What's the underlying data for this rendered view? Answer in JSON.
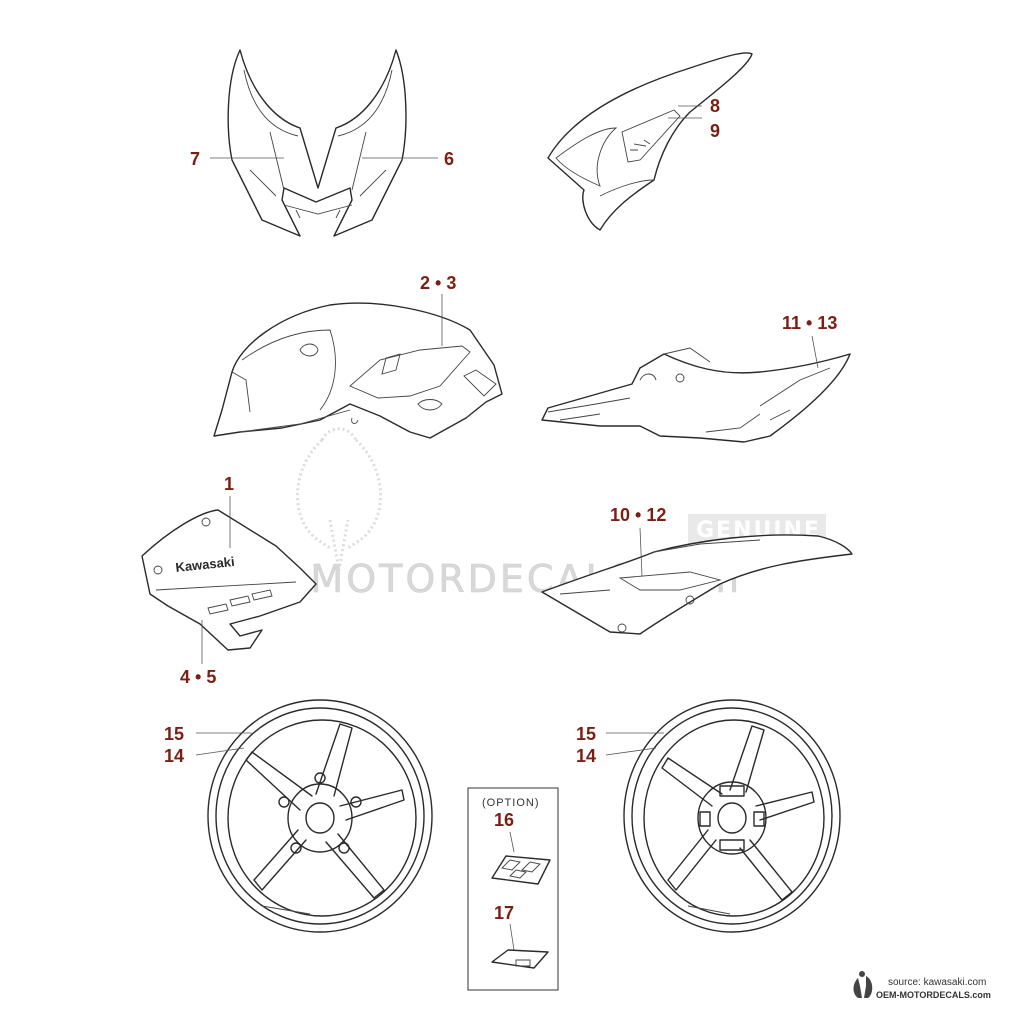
{
  "callouts": {
    "c7": "7",
    "c6": "6",
    "c8": "8",
    "c9": "9",
    "c23": "2 • 3",
    "c1113": "11 • 13",
    "c1": "1",
    "c45": "4 • 5",
    "c1012": "10 • 12",
    "c15a": "15",
    "c14a": "14",
    "c15b": "15",
    "c14b": "14",
    "c16": "16",
    "c17": "17"
  },
  "option_label": "(OPTION)",
  "fairing_logo": "Kawasaki",
  "watermark": {
    "text": "OEM-MOTORDECALS.com",
    "tag": "GENUINE"
  },
  "source": {
    "line1": "source: kawasaki.com",
    "line2": "OEM-MOTORDECALS.com"
  },
  "colors": {
    "callout": "#7a1f12",
    "line": "#2a2a2a",
    "watermark": "#d6d6d6"
  }
}
